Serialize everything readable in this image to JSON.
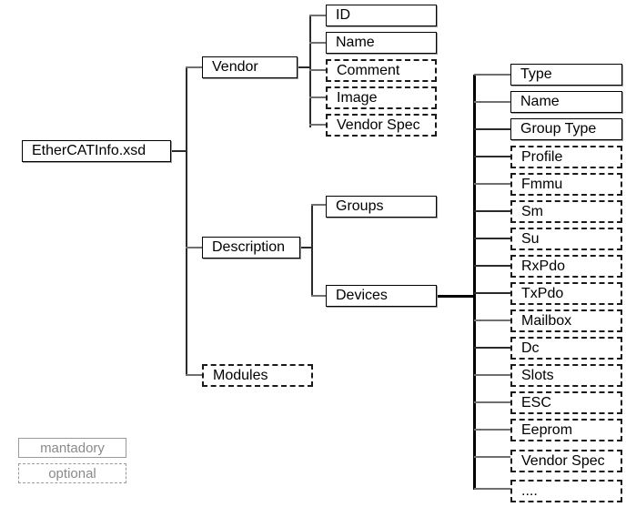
{
  "diagram": {
    "title_node": "EtherCATInfo.xsd",
    "root": {
      "label": "EtherCATInfo.xsd",
      "type": "mandatory"
    },
    "level1": [
      {
        "label": "Vendor",
        "type": "mandatory"
      },
      {
        "label": "Description",
        "type": "mandatory"
      },
      {
        "label": "Modules",
        "type": "optional"
      }
    ],
    "vendor_children": [
      {
        "label": "ID",
        "type": "mandatory"
      },
      {
        "label": "Name",
        "type": "mandatory"
      },
      {
        "label": "Comment",
        "type": "optional"
      },
      {
        "label": "Image",
        "type": "optional"
      },
      {
        "label": "Vendor Spec",
        "type": "optional"
      }
    ],
    "description_children": [
      {
        "label": "Groups",
        "type": "mandatory"
      },
      {
        "label": "Devices",
        "type": "mandatory"
      }
    ],
    "device_children": [
      {
        "label": "Type",
        "type": "mandatory"
      },
      {
        "label": "Name",
        "type": "mandatory"
      },
      {
        "label": "Group Type",
        "type": "mandatory"
      },
      {
        "label": "Profile",
        "type": "optional"
      },
      {
        "label": "Fmmu",
        "type": "optional"
      },
      {
        "label": "Sm",
        "type": "optional"
      },
      {
        "label": "Su",
        "type": "optional"
      },
      {
        "label": "RxPdo",
        "type": "optional"
      },
      {
        "label": "TxPdo",
        "type": "optional"
      },
      {
        "label": "Mailbox",
        "type": "optional"
      },
      {
        "label": "Dc",
        "type": "optional"
      },
      {
        "label": "Slots",
        "type": "optional"
      },
      {
        "label": "ESC",
        "type": "optional"
      },
      {
        "label": "Eeprom",
        "type": "optional"
      },
      {
        "label": "Vendor Spec",
        "type": "optional"
      },
      {
        "label": "....",
        "type": "optional"
      }
    ],
    "legend": [
      {
        "label": "mantadory",
        "type": "mandatory"
      },
      {
        "label": "optional",
        "type": "optional"
      }
    ],
    "colors": {
      "line": "#2b2b2b",
      "line_thick": "#000000",
      "box_border": "#000000",
      "box_shadow": "#9a9a9a",
      "legend_text": "#8a8a8a",
      "background": "#ffffff"
    }
  }
}
